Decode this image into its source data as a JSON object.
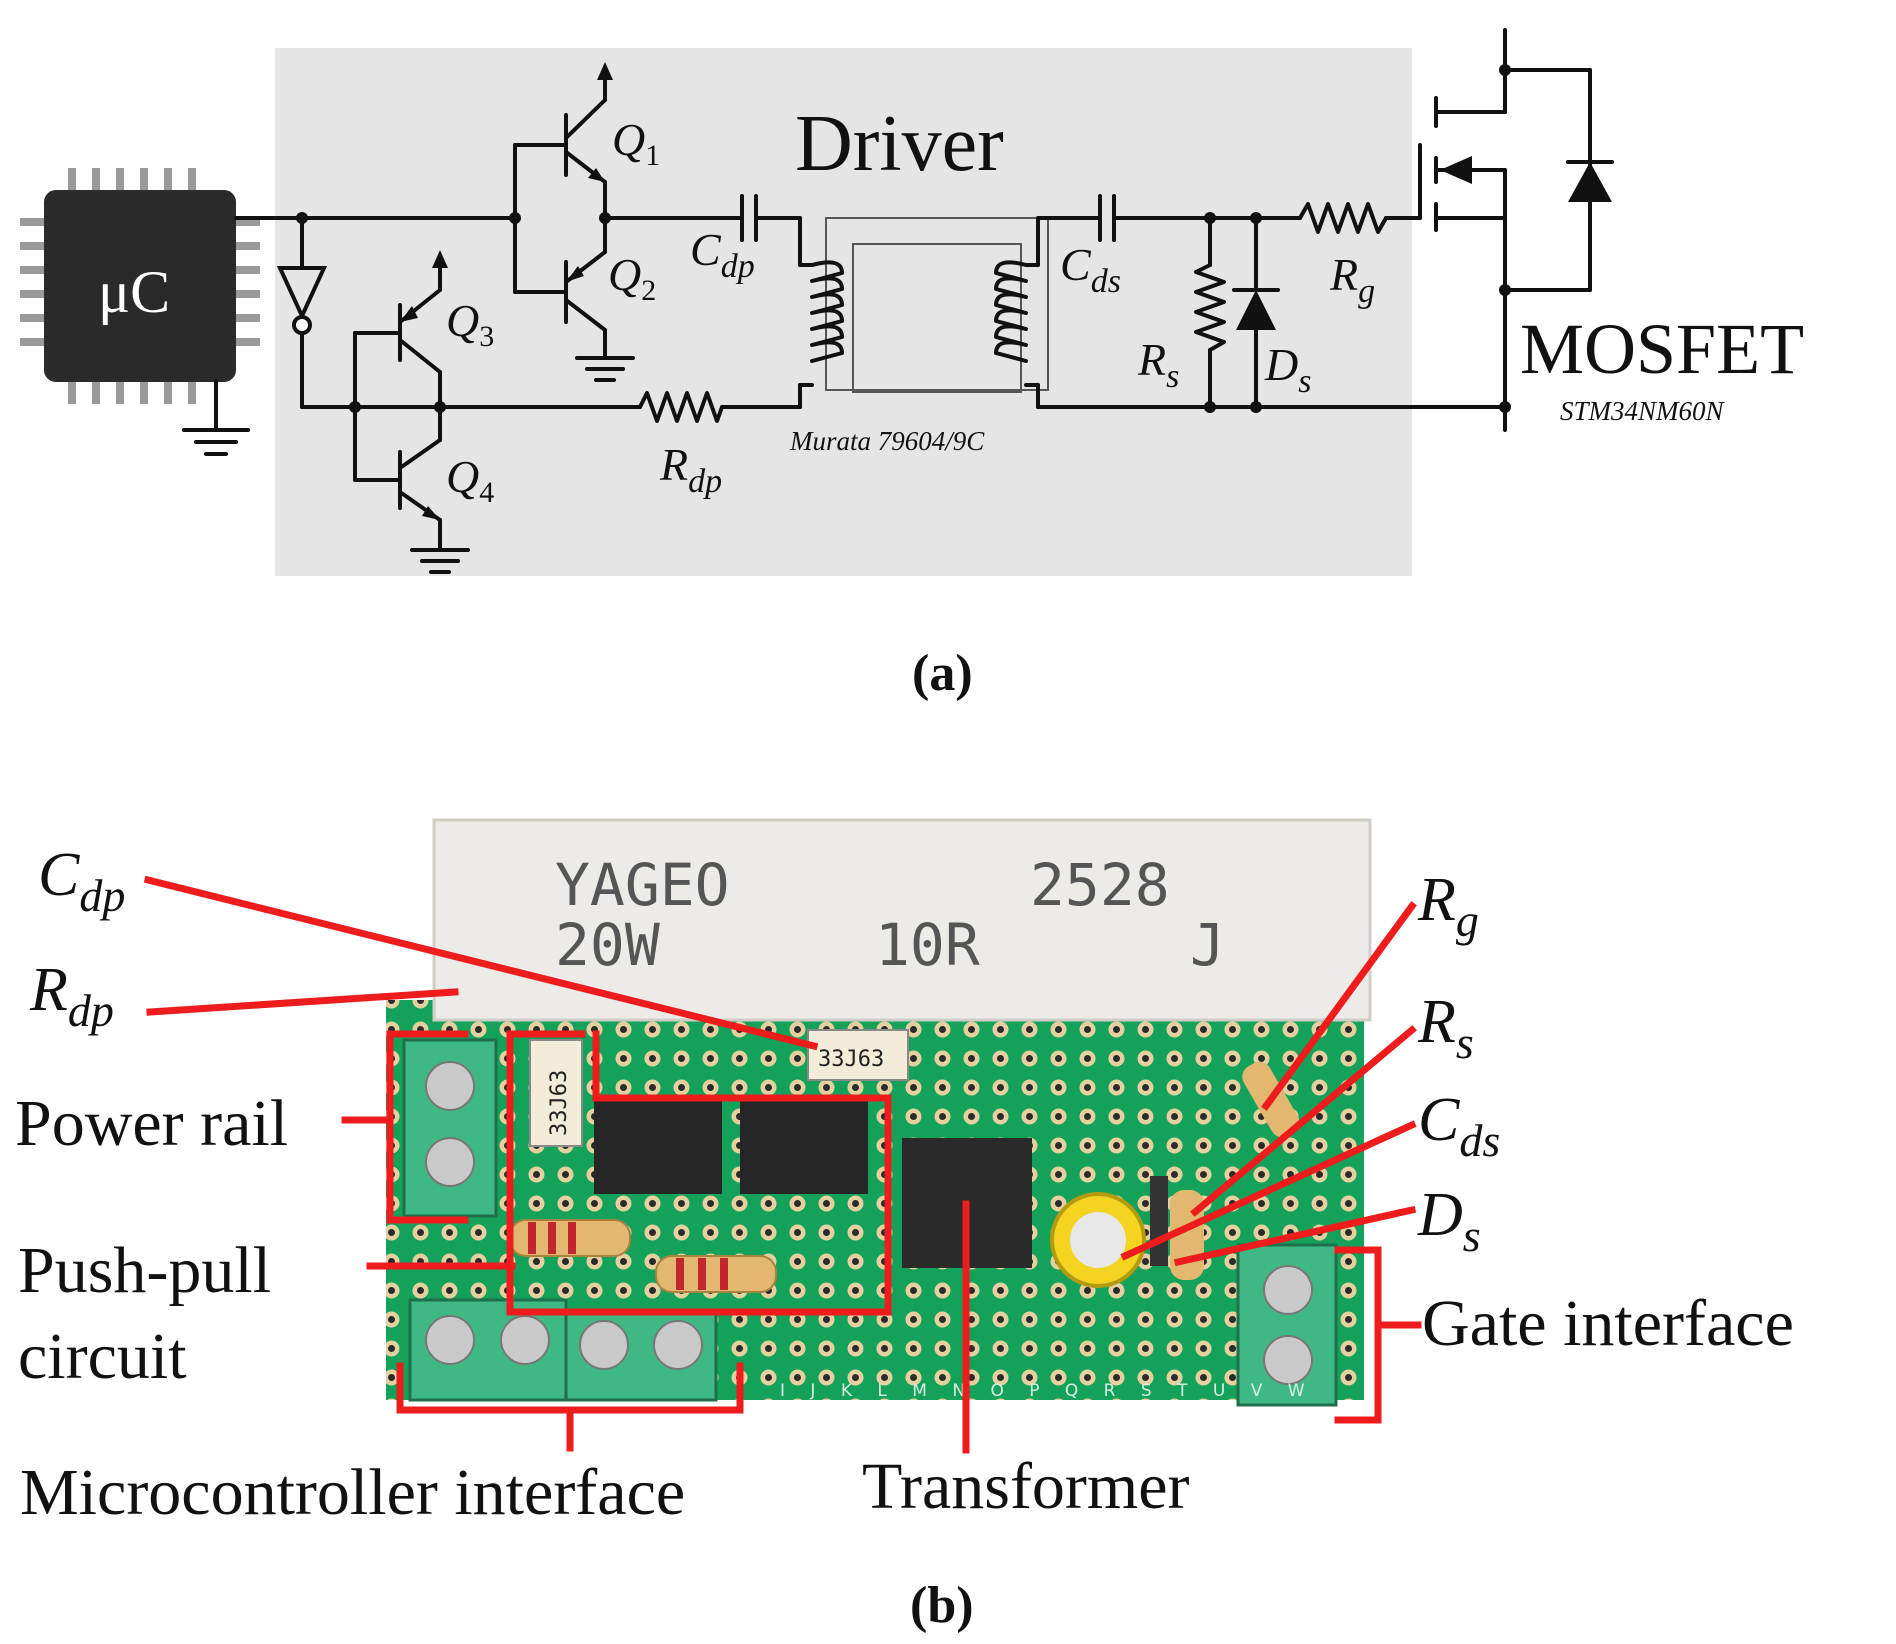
{
  "panel_a": {
    "caption": "(a)",
    "driver_label": "Driver",
    "uc_label": "μC",
    "mosfet_label": "MOSFET",
    "mosfet_part": "STM34NM60N",
    "transformer_part": "Murata 79604/9C",
    "components": {
      "q1": {
        "main": "Q",
        "sub": "1"
      },
      "q2": {
        "main": "Q",
        "sub": "2"
      },
      "q3": {
        "main": "Q",
        "sub": "3"
      },
      "q4": {
        "main": "Q",
        "sub": "4"
      },
      "cdp": {
        "main": "C",
        "sub": "dp"
      },
      "cds": {
        "main": "C",
        "sub": "ds"
      },
      "rdp": {
        "main": "R",
        "sub": "dp"
      },
      "rg": {
        "main": "R",
        "sub": "g"
      },
      "rs": {
        "main": "R",
        "sub": "s"
      },
      "ds": {
        "main": "D",
        "sub": "s"
      }
    }
  },
  "panel_b": {
    "caption": "(b)",
    "callouts": {
      "cdp": {
        "main": "C",
        "sub": "dp"
      },
      "rdp": {
        "main": "R",
        "sub": "dp"
      },
      "rg": {
        "main": "R",
        "sub": "g"
      },
      "rs": {
        "main": "R",
        "sub": "s"
      },
      "cds": {
        "main": "C",
        "sub": "ds"
      },
      "ds": {
        "main": "D",
        "sub": "s"
      },
      "power_rail": "Power rail",
      "push_pull_line1": "Push-pull",
      "push_pull_line2": "circuit",
      "microcontroller_interface": "Microcontroller interface",
      "transformer": "Transformer",
      "gate_interface": "Gate interface"
    },
    "board_print": {
      "resistor_line1_left": "YAGEO",
      "resistor_line1_right": "2528",
      "resistor_line2_left": "20W",
      "resistor_line2_mid": "10R",
      "resistor_line2_right": "J",
      "cap_marking": "33J63",
      "row_letters": "I J K L M N O P Q R S T U V W"
    }
  }
}
